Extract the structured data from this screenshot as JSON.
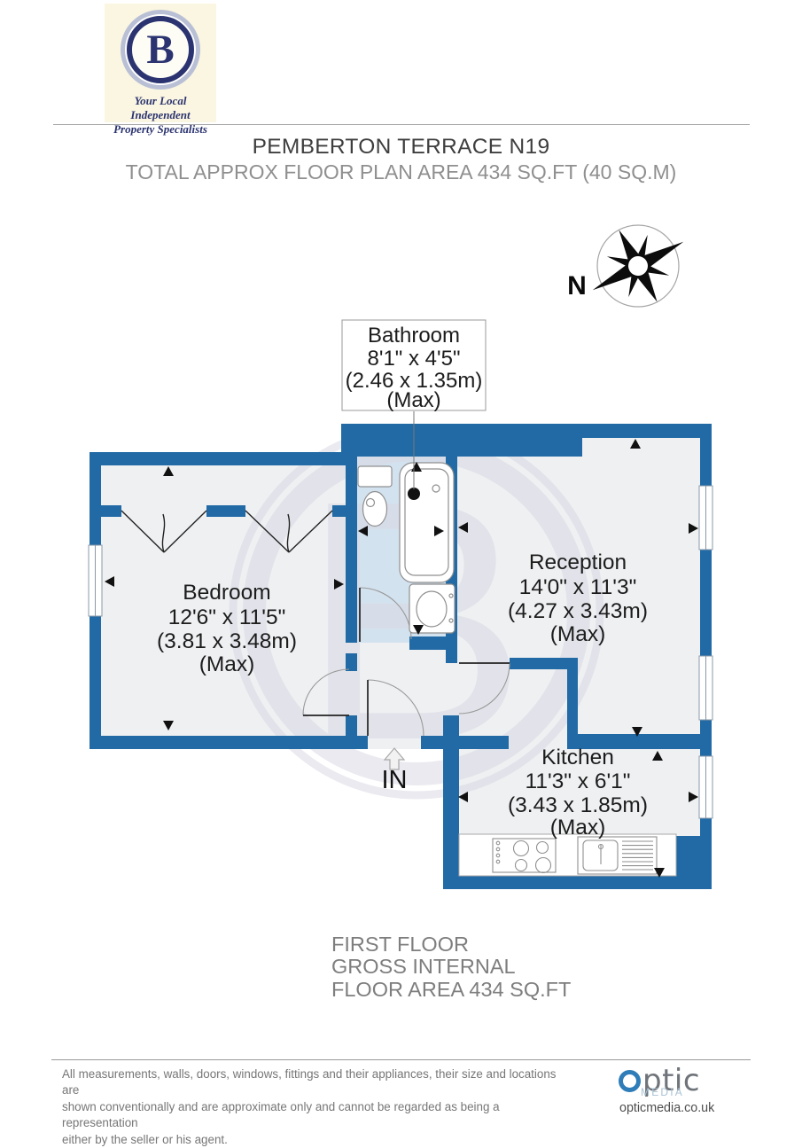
{
  "header": {
    "logo": {
      "letter": "B",
      "tagline_line1": "Your Local Independent",
      "tagline_line2": "Property Specialists"
    },
    "title": "PEMBERTON TERRACE N19",
    "subtitle": "TOTAL APPROX FLOOR PLAN AREA 434 SQ.FT (40 SQ.M)"
  },
  "compass": {
    "north_label": "N"
  },
  "watermark": {
    "letter": "B"
  },
  "plan": {
    "entrance_label": "IN",
    "rooms": [
      {
        "name": "Bathroom",
        "dims_imperial": "8'1\" x 4'5\"",
        "dims_metric": "(2.46 x 1.35m)",
        "qualifier": "(Max)"
      },
      {
        "name": "Bedroom",
        "dims_imperial": "12'6\" x 11'5\"",
        "dims_metric": "(3.81 x 3.48m)",
        "qualifier": "(Max)"
      },
      {
        "name": "Reception",
        "dims_imperial": "14'0\" x 11'3\"",
        "dims_metric": "(4.27 x 3.43m)",
        "qualifier": "(Max)"
      },
      {
        "name": "Kitchen",
        "dims_imperial": "11'3\" x 6'1\"",
        "dims_metric": "(3.43 x 1.85m)",
        "qualifier": "(Max)"
      }
    ]
  },
  "summary": {
    "line1": "FIRST FLOOR",
    "line2": "GROSS INTERNAL",
    "line3": "FLOOR AREA 434 SQ.FT"
  },
  "footer": {
    "disclaimer_line1": "All measurements, walls, doors, windows, fittings and their appliances, their size and locations are",
    "disclaimer_line2": "shown conventionally and are approximate only and cannot be regarded as being a representation",
    "disclaimer_line3": "either by the seller or his agent.",
    "brand": {
      "name_rest": "ptic",
      "media": "MEDIA",
      "url": "opticmedia.co.uk"
    }
  },
  "colors": {
    "wall_blue": "#216aa5",
    "floor_grey": "#eff0f2",
    "bathroom_floor": "#d3e2ef",
    "watermark": "#d9dae4",
    "logo_navy": "#2b3470",
    "logo_cream": "#fbf6e1",
    "optic_blue": "#2e7cb8"
  }
}
